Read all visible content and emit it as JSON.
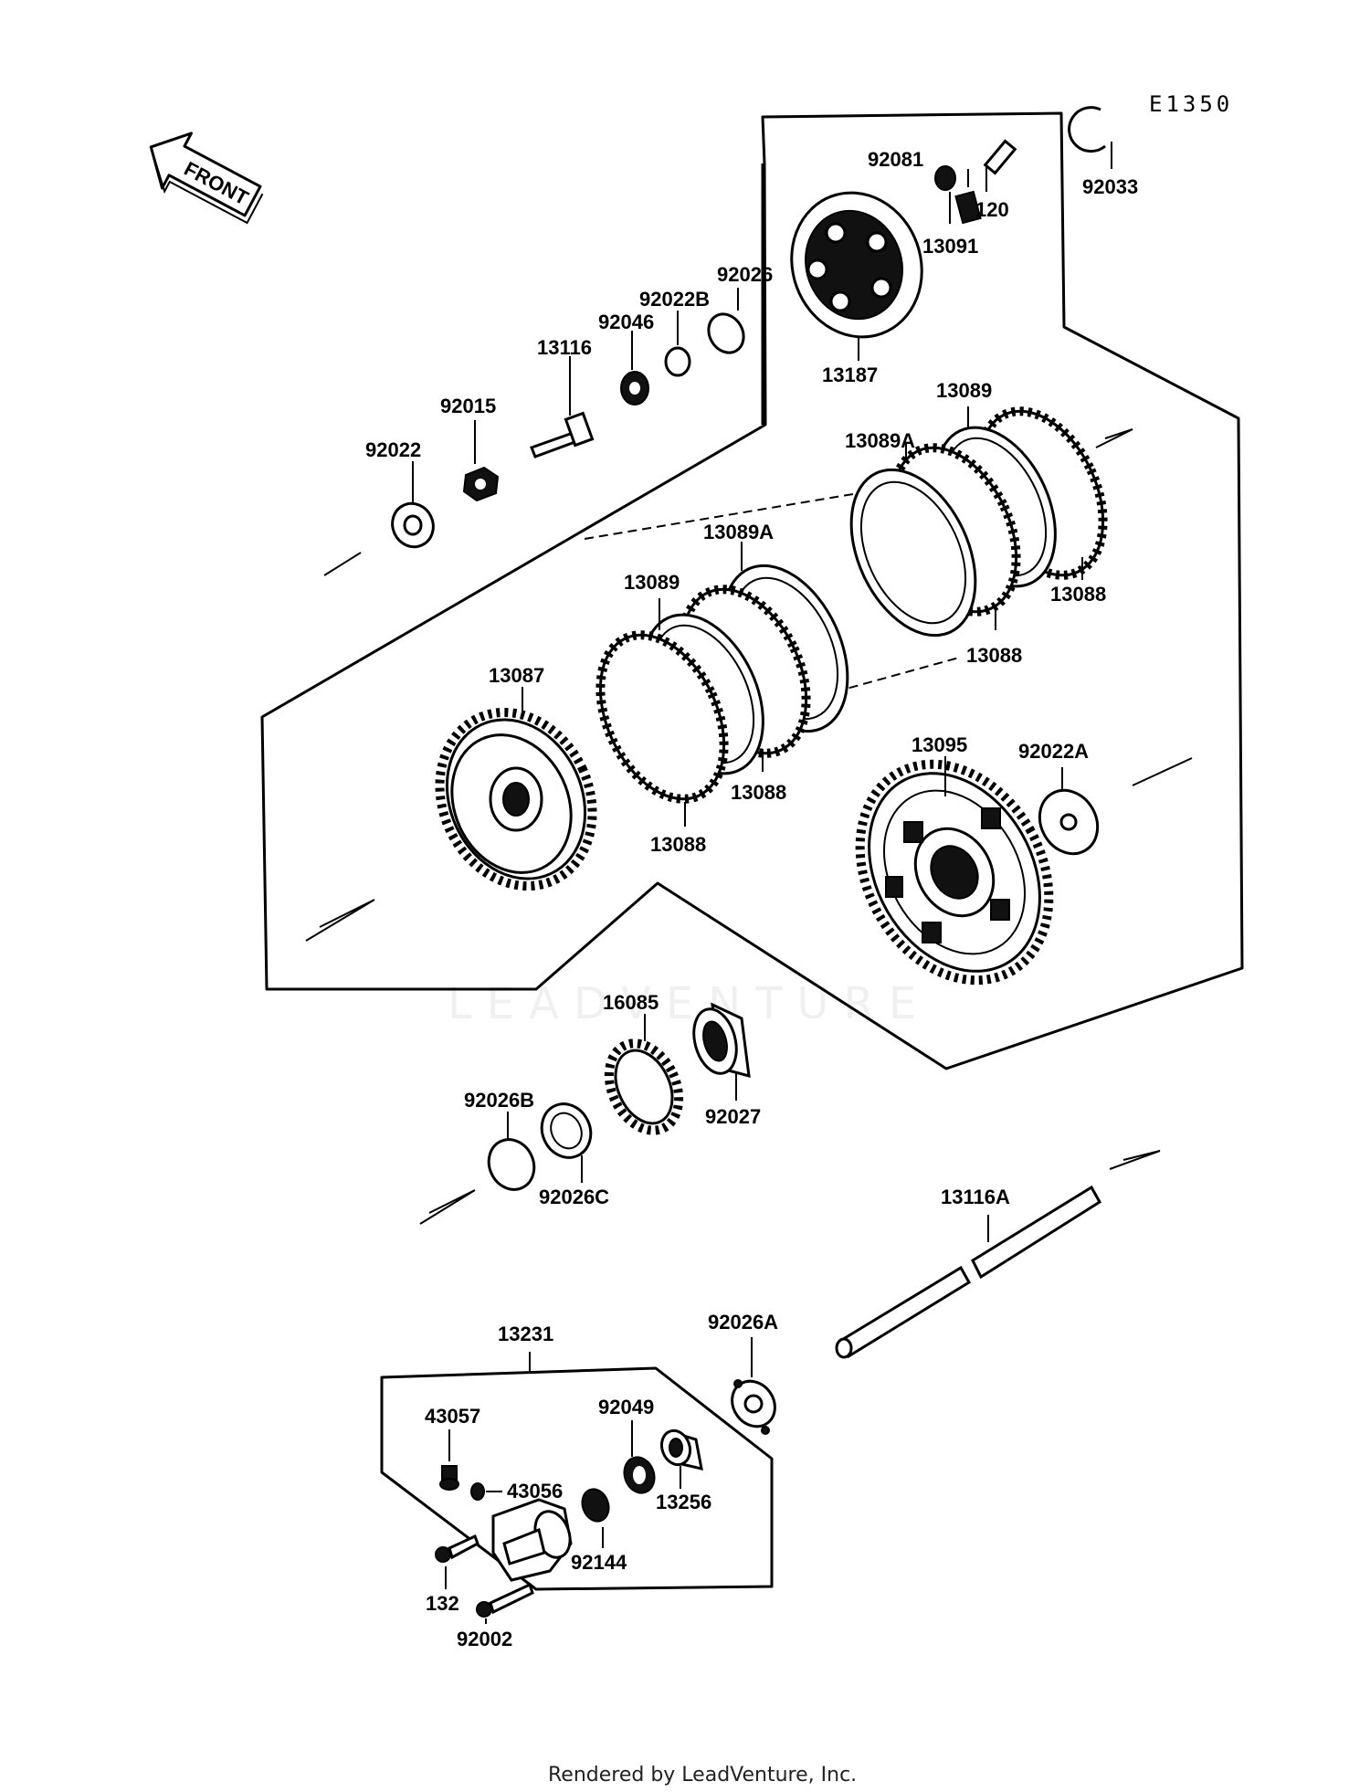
{
  "diagram_code": "E1350",
  "front_label": "FRONT",
  "watermark": "LEADVENTURE",
  "footer": "Rendered by LeadVenture, Inc.",
  "callouts": {
    "c92033": "92033",
    "c92081": "92081",
    "c120": "120",
    "c13091": "13091",
    "c13187": "13187",
    "c92026": "92026",
    "c92022B": "92022B",
    "c92046": "92046",
    "c13116": "13116",
    "c92015": "92015",
    "c92022": "92022",
    "c13089_top": "13089",
    "c13089A_top": "13089A",
    "c13088_right": "13088",
    "c13088_mid": "13088",
    "c13089A_mid": "13089A",
    "c13089_left": "13089",
    "c13087": "13087",
    "c13088_center": "13088",
    "c13088_left": "13088",
    "c13095": "13095",
    "c92022A": "92022A",
    "c16085": "16085",
    "c92027": "92027",
    "c92026B": "92026B",
    "c92026C": "92026C",
    "c13116A": "13116A",
    "c13231": "13231",
    "c92026A": "92026A",
    "c43057": "43057",
    "c92049": "92049",
    "c43056": "43056",
    "c13256": "13256",
    "c92144": "92144",
    "c132": "132",
    "c92002": "92002"
  }
}
